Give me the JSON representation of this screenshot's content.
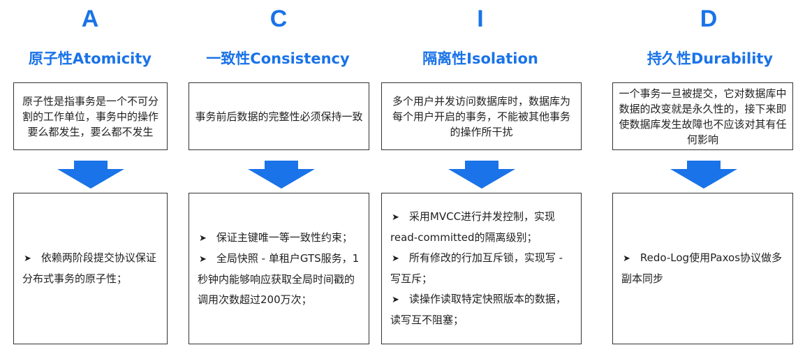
{
  "colors": {
    "accent": "#1a73e8",
    "arrow": "#1a73e8",
    "border": "#333333",
    "text": "#1f1f1f"
  },
  "columns": [
    {
      "letter": "A",
      "title": "原子性Atomicity",
      "definition": "原子性是指事务是一个不可分割的工作单位，事务中的操作要么都发生，要么都不发生",
      "bullets": [
        "依赖两阶段提交协议保证分布式事务的原子性；"
      ]
    },
    {
      "letter": "C",
      "title": "一致性Consistency",
      "definition": "事务前后数据的完整性必须保持一致",
      "bullets": [
        "保证主键唯一等一致性约束；",
        "全局快照 - 单租户GTS服务，1秒钟内能够响应获取全局时间戳的调用次数超过200万次；"
      ]
    },
    {
      "letter": "I",
      "title": "隔离性Isolation",
      "definition": "多个用户并发访问数据库时，数据库为每个用户开启的事务，不能被其他事务的操作所干扰",
      "bullets": [
        "采用MVCC进行并发控制，实现read-committed的隔离级别；",
        "所有修改的行加互斥锁，实现写 - 写互斥；",
        "读操作读取特定快照版本的数据，读写互不阻塞；"
      ]
    },
    {
      "letter": "D",
      "title": "持久性Durability",
      "definition": "一个事务一旦被提交，它对数据库中数据的改变就是永久性的，接下来即使数据库发生故障也不应该对其有任何影响",
      "bullets": [
        "Redo-Log使用Paxos协议做多副本同步"
      ]
    }
  ]
}
